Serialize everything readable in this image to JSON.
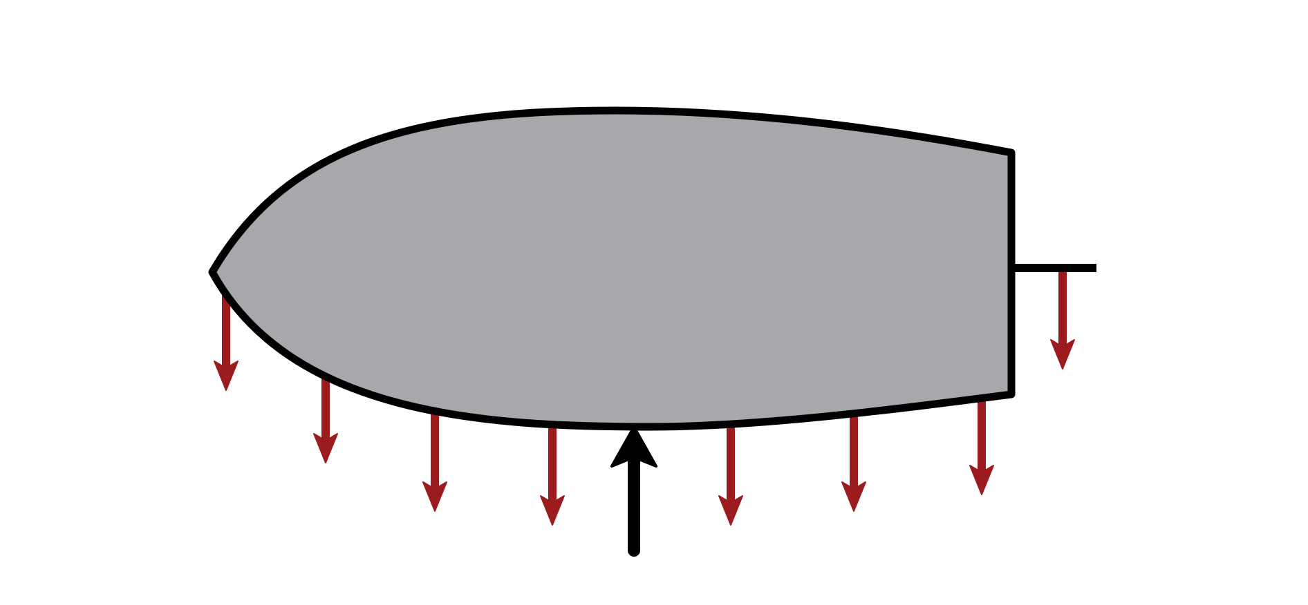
{
  "diagram": {
    "colors": {
      "background": "#ffffff",
      "body_fill": "#a7a8ab",
      "outline": "#000000",
      "distributed_force": "#9b1b1e",
      "resultant_force": "#000000"
    },
    "elements": {
      "body": "curved-body-shape",
      "support": "horizontal-support-bar",
      "distributed_arrows": "downward-arrow",
      "resultant_arrow": "upward-arrow"
    }
  }
}
